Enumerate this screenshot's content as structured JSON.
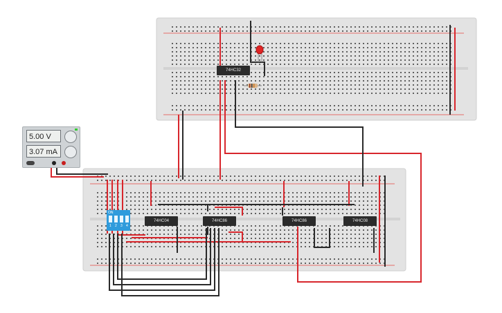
{
  "power_supply": {
    "voltage_display": "5.00 V",
    "current_display": "3.07 mA"
  },
  "chips": [
    {
      "label": "74HC32"
    },
    {
      "label": "74HC04"
    },
    {
      "label": "74HC86"
    },
    {
      "label": "74HC86"
    },
    {
      "label": "74HC08"
    }
  ],
  "dip_switch": {
    "on_label": "ON",
    "switch_numbers": [
      "1",
      "2",
      "3",
      "4"
    ]
  },
  "colors": {
    "breadboard": "#e3e3e3",
    "rail_red": "#e4453f",
    "wire_red": "#d8262c",
    "wire_black": "#2a2a2a",
    "dip_blue": "#2f9bdc",
    "led_red": "#e02424"
  }
}
